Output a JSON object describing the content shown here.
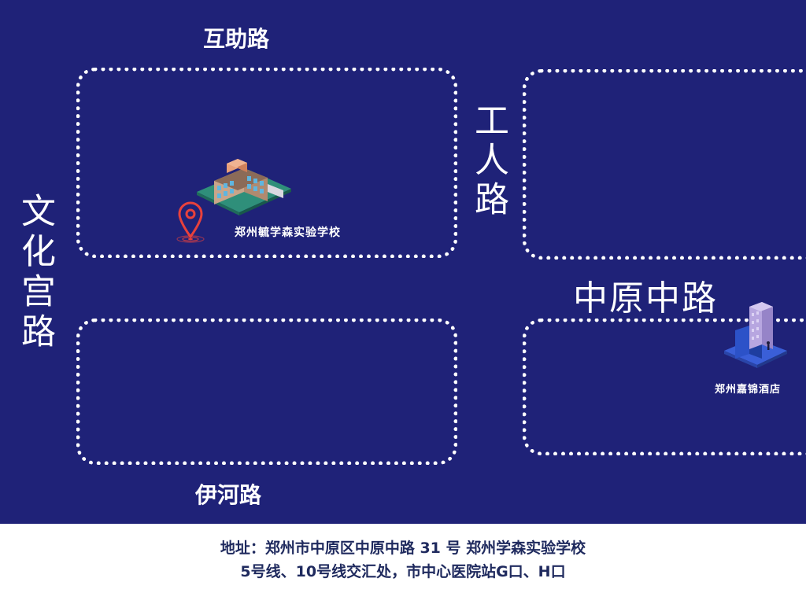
{
  "colors": {
    "map_background": "#1f2278",
    "road_marking": "#ffffff",
    "footer_background": "#ffffff",
    "footer_text": "#1f2a5e",
    "pin": "#e8413c"
  },
  "roads": {
    "top": "互助路",
    "bottom": "伊河路",
    "left": "文化宫路",
    "middle": "工人路",
    "right": "中原中路"
  },
  "pois": {
    "school": {
      "name": "郑州毓学森实验学校",
      "icon": "school-building-icon"
    },
    "hotel": {
      "name": "郑州嘉锦酒店",
      "icon": "hotel-building-icon"
    },
    "pin": {
      "icon": "location-pin-icon"
    }
  },
  "footer": {
    "address": "地址：郑州市中原区中原中路 31 号  郑州学森实验学校",
    "transit": "5号线、10号线交汇处，市中心医院站G口、H口"
  }
}
